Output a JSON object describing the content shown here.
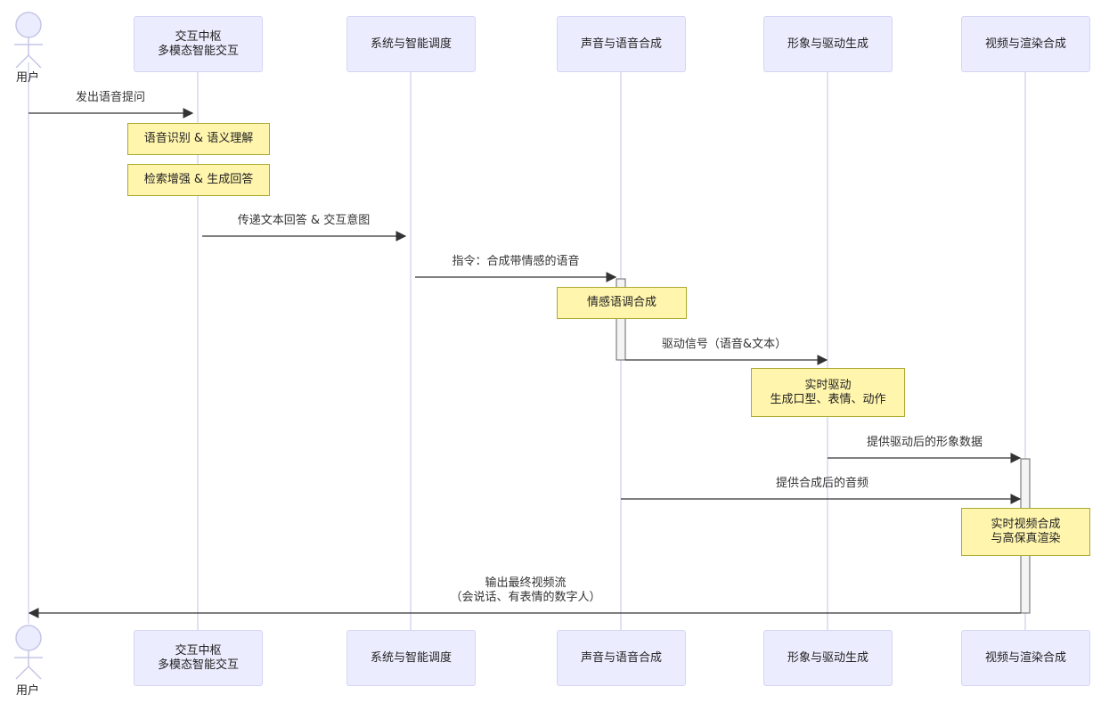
{
  "actor": {
    "label": "用户"
  },
  "participants": [
    {
      "line1": "交互中枢",
      "line2": "多模态智能交互"
    },
    {
      "line1": "系统与智能调度",
      "line2": ""
    },
    {
      "line1": "声音与语音合成",
      "line2": ""
    },
    {
      "line1": "形象与驱动生成",
      "line2": ""
    },
    {
      "line1": "视频与渲染合成",
      "line2": ""
    }
  ],
  "messages": [
    {
      "line1": "发出语音提问",
      "line2": ""
    },
    {
      "line1": "传递文本回答 & 交互意图",
      "line2": ""
    },
    {
      "line1": "指令：合成带情感的语音",
      "line2": ""
    },
    {
      "line1": "驱动信号（语音&文本）",
      "line2": ""
    },
    {
      "line1": "提供驱动后的形象数据",
      "line2": ""
    },
    {
      "line1": "提供合成后的音频",
      "line2": ""
    },
    {
      "line1": "输出最终视频流",
      "line2": "（会说话、有表情的数字人）"
    }
  ],
  "notes": [
    {
      "line1": "语音识别 & 语义理解",
      "line2": ""
    },
    {
      "line1": "检索增强 & 生成回答",
      "line2": ""
    },
    {
      "line1": "情感语调合成",
      "line2": ""
    },
    {
      "line1": "实时驱动",
      "line2": "生成口型、表情、动作"
    },
    {
      "line1": "实时视频合成",
      "line2": "与高保真渲染"
    }
  ],
  "colors": {
    "participant_fill": "#ececff",
    "participant_border": "#d5d5f5",
    "lifeline": "#d7d7f2",
    "note_fill": "#fff5ad",
    "note_border": "#aaaa33",
    "arrow": "#333333"
  }
}
